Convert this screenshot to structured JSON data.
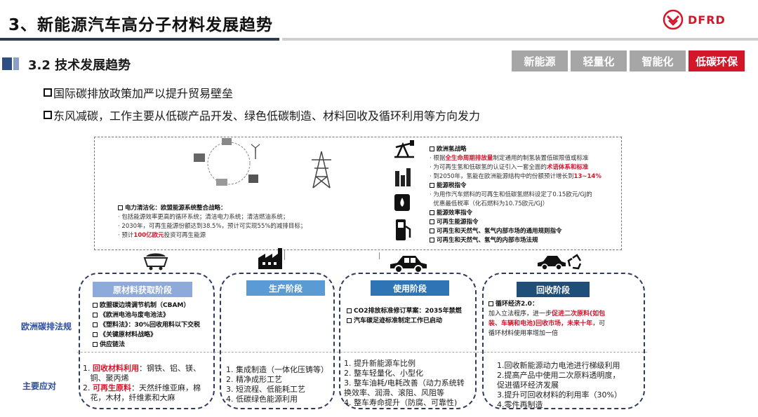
{
  "header": {
    "title": "3、新能源汽车高分子材料发展趋势",
    "logo_text": "DFRD"
  },
  "section": {
    "title": "3.2 技术发展趋势"
  },
  "tags": [
    {
      "label": "新能源",
      "color": "#a6a6a6"
    },
    {
      "label": "轻量化",
      "color": "#a6a6a6"
    },
    {
      "label": "智能化",
      "color": "#a6a6a6"
    },
    {
      "label": "低碳环保",
      "color": "#d2172b"
    }
  ],
  "bullets": [
    "国际碳排放政策加严以提升贸易壁垒",
    "东风减碳，工作主要从低碳产品开发、绿色低碳制造、材料回收及循环利用等方向发力"
  ],
  "power": {
    "title": "电力清洁化：欧盟能源系统整合战略：",
    "items": [
      "包括能源效率更高的循环系统；清洁电力系统；清洁燃油系统；",
      "2030年，可再生能源份额达到38.5%，预计可实现55%的减排目标；"
    ],
    "last_pre": "预计",
    "last_red": "100亿欧元",
    "last_post": "投资可再生能源"
  },
  "hydrogen": {
    "title": "欧洲氢战略",
    "l1_pre": "根据",
    "l1_red": "全生命周期排放量",
    "l1_post": "制定通用的制氢装置低碳限值或标准",
    "l2_pre": "为可再生氢和低碳氢的认证引入一套全面的",
    "l2_red": "术语体系和标准",
    "l3_pre": "到2050年，氢能在欧洲能源结构中的份额预计增长到",
    "l3_red": "13~14%",
    "tax_title": "能源税指令",
    "tax_l1": "为用作汽车燃料的可再生和低碳氢燃料设定了0.15欧元/GJ的",
    "tax_l2": "优惠最低税率（化石燃料为10.75欧元/GJ）",
    "others": [
      "能源效率指令",
      "可再生能源指令",
      "可再生和天然气、氢气内部市场的通用规则指令",
      "可再生和天然气、氢气的内部市场法规"
    ]
  },
  "stages": [
    {
      "label": "原材料获取阶段",
      "color": "#8eaadb"
    },
    {
      "label": "生产阶段",
      "color": "#5b9bd5"
    },
    {
      "label": "使用阶段",
      "color": "#2e75b6"
    },
    {
      "label": "回收阶段",
      "color": "#1f4e79"
    }
  ],
  "row_labels": {
    "regulations": "欧洲碳排法规",
    "measures": "主要应对"
  },
  "regulations": {
    "raw": [
      "欧盟碳边境调节机制（CBAM）",
      "《欧洲电池与废电池法》",
      "《塑料法》：30%回收用料以下交税",
      "《关键原材料战略》",
      "供应链法"
    ],
    "use": [
      "CO2排放标准修订草案：2035年禁燃",
      "汽车碳足迹标准制定工作已启动"
    ],
    "recycle_title": "循环经济2.0：",
    "recycle_l1_pre": "加入立法程序，进一步",
    "recycle_l1_red": "促进二次原料(如包",
    "recycle_l2_red": "装、车辆和电池)回收市场，未来十年",
    "recycle_l2_post": "，可",
    "recycle_l3": "循环材料使用率增加一倍"
  },
  "measures": {
    "raw_l1_pre": "1. ",
    "raw_l1_red": "回收材料利用",
    "raw_l1_post": "：钢铁、铝、镁、",
    "raw_l2": "铜、聚丙烯",
    "raw_l3_pre": "2. ",
    "raw_l3_red": "可再生原料",
    "raw_l3_post": "：天然纤维亚麻，棉",
    "raw_l4": "花，木材，纤维素和大麻",
    "production": [
      "1.   集成制造（一体化压铸等）",
      "2.   精净成形工艺",
      "3.   短流程、低能耗工艺",
      "4.   低碳绿色能源利用"
    ],
    "use": [
      "1.   提升新能源车比例",
      "2.   整车轻量化、小型化",
      "3.   整车油耗/电耗改善（动力系统转",
      "      换效率、润滑、滚阻、风阻等",
      "4.   整车寿命提升（防腐、可靠性)"
    ],
    "recycle": [
      "1.回收新能源动力电池进行梯级利用",
      "2.提高产品中使用二次原料透明度，",
      "促进循环经济发展",
      "3.提升可回收材料的利用率（30%）",
      "4.零件再制造"
    ]
  }
}
